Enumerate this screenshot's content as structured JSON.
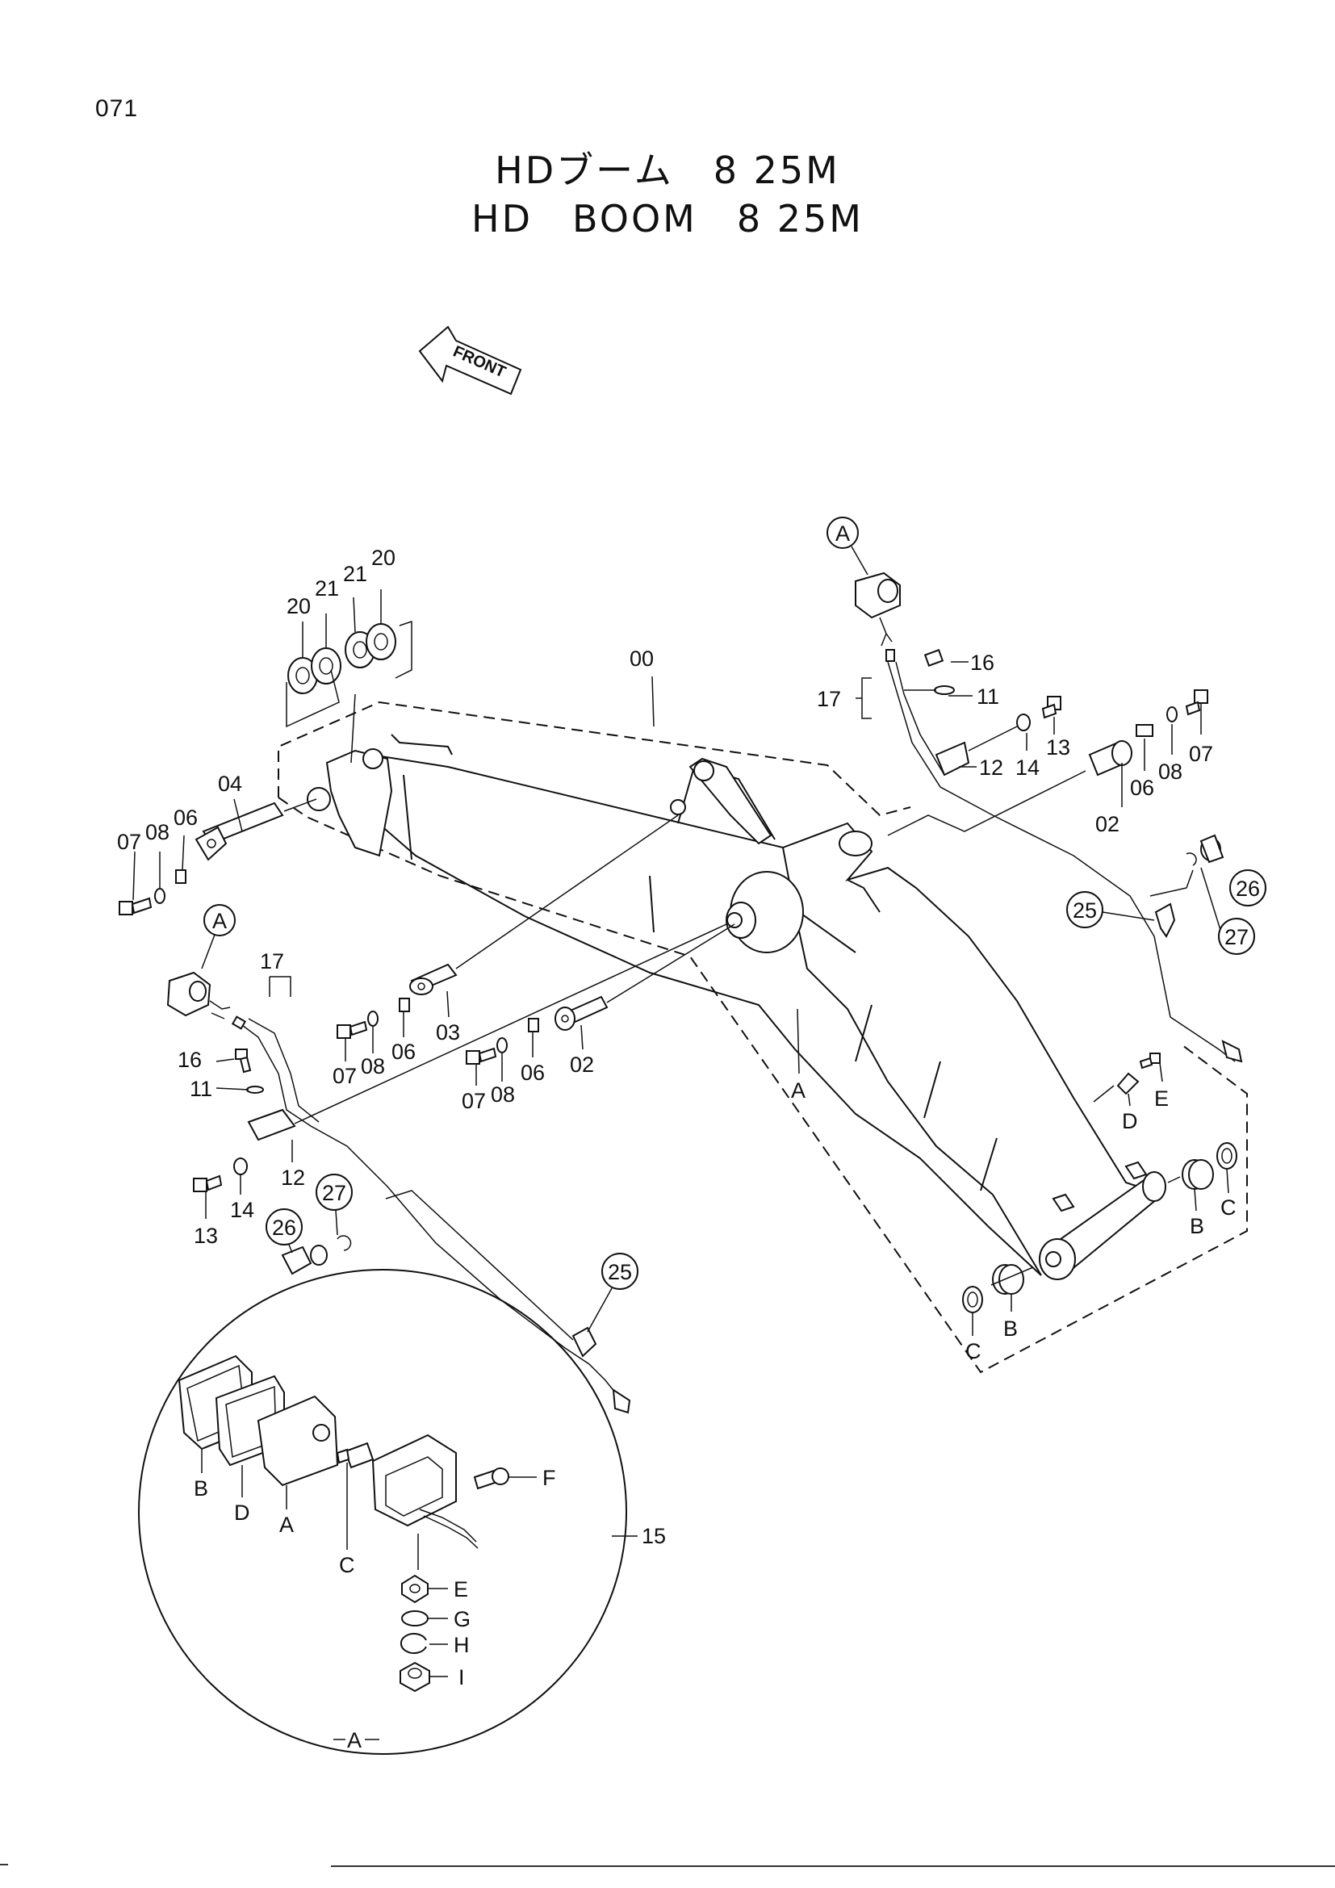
{
  "page_number": "071",
  "title_jp": "HDブーム　8 25M",
  "title_en": "HD　BOOM　8 25M",
  "front_arrow_label": "FRONT",
  "labels": {
    "l00": "00",
    "l02a": "02",
    "l02b": "02",
    "l03": "03",
    "l04": "04",
    "l06a": "06",
    "l06b": "06",
    "l06c": "06",
    "l06d": "06",
    "l07a": "07",
    "l07b": "07",
    "l07c": "07",
    "l07d": "07",
    "l08a": "08",
    "l08b": "08",
    "l08c": "08",
    "l08d": "08",
    "l11a": "11",
    "l11b": "11",
    "l12a": "12",
    "l12b": "12",
    "l13a": "13",
    "l13b": "13",
    "l14a": "14",
    "l14b": "14",
    "l15": "15",
    "l16a": "16",
    "l16b": "16",
    "l17a": "17",
    "l17b": "17",
    "l20a": "20",
    "l20b": "20",
    "l21a": "21",
    "l21b": "21",
    "c25a": "25",
    "c25b": "25",
    "c26a": "26",
    "c26b": "26",
    "c27a": "27",
    "c27b": "27",
    "cAa": "A",
    "cAb": "A",
    "lA_boom": "A",
    "lA_lamp": "A",
    "lA_circle": "A",
    "lB1": "B",
    "lB2": "B",
    "lB_lamp": "B",
    "lC1": "C",
    "lC2": "C",
    "lC_lamp": "C",
    "lD_boom": "D",
    "lD_lamp": "D",
    "lE_boom": "E",
    "lE_lamp": "E",
    "lF": "F",
    "lG": "G",
    "lH": "H",
    "lI": "I"
  }
}
